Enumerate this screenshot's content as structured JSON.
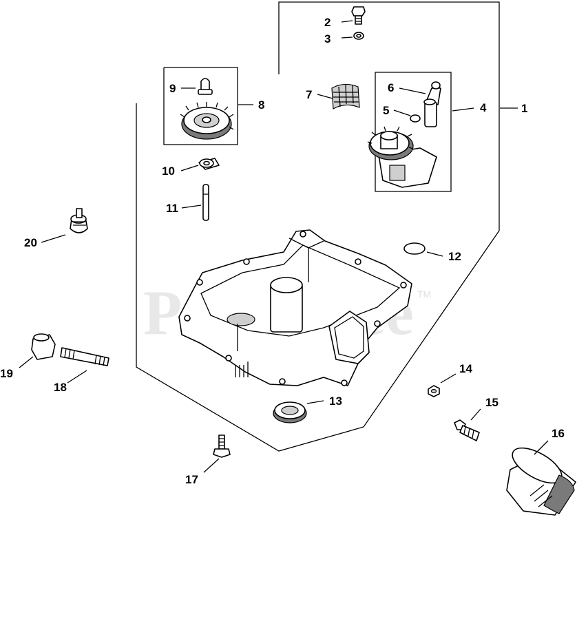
{
  "watermark": {
    "brand": "PartsTree",
    "trademark": "TM"
  },
  "callouts": {
    "c1": "1",
    "c2": "2",
    "c3": "3",
    "c4": "4",
    "c5": "5",
    "c6": "6",
    "c7": "7",
    "c8": "8",
    "c9": "9",
    "c10": "10",
    "c11": "11",
    "c12": "12",
    "c13": "13",
    "c14": "14",
    "c15": "15",
    "c16": "16",
    "c17": "17",
    "c18": "18",
    "c19": "19",
    "c20": "20"
  }
}
